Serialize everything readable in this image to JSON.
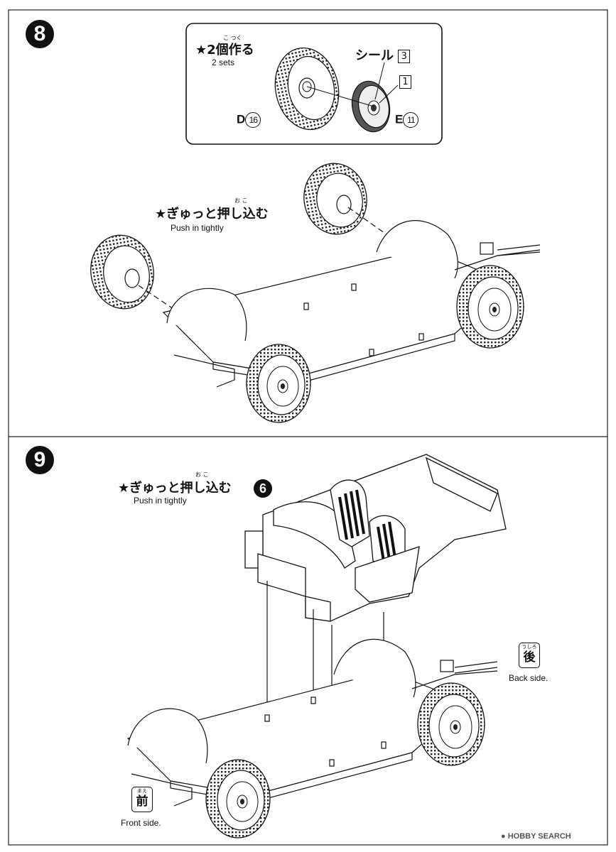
{
  "step8": {
    "number": "8",
    "note_box": {
      "ruby": "こ つく",
      "title": "★2個作る",
      "subtitle": "2 sets",
      "part_d": "D",
      "part_d_num": "16",
      "part_e": "E",
      "part_e_num": "11",
      "seal_label": "シール",
      "seal_num": "3",
      "part_1": "1"
    },
    "instruction": {
      "ruby": "お     こ",
      "title": "★ぎゅっと押し込む",
      "subtitle": "Push in tightly"
    }
  },
  "step9": {
    "number": "9",
    "instruction": {
      "ruby": "お     こ",
      "title": "★ぎゅっと押し込む",
      "subtitle": "Push in tightly",
      "sub_step": "6"
    },
    "back": {
      "ruby": "うしろ",
      "kanji": "後",
      "label": "Back side."
    },
    "front": {
      "ruby": "まえ",
      "kanji": "前",
      "label": "Front side."
    }
  },
  "watermark": "HOBBY SEARCH"
}
